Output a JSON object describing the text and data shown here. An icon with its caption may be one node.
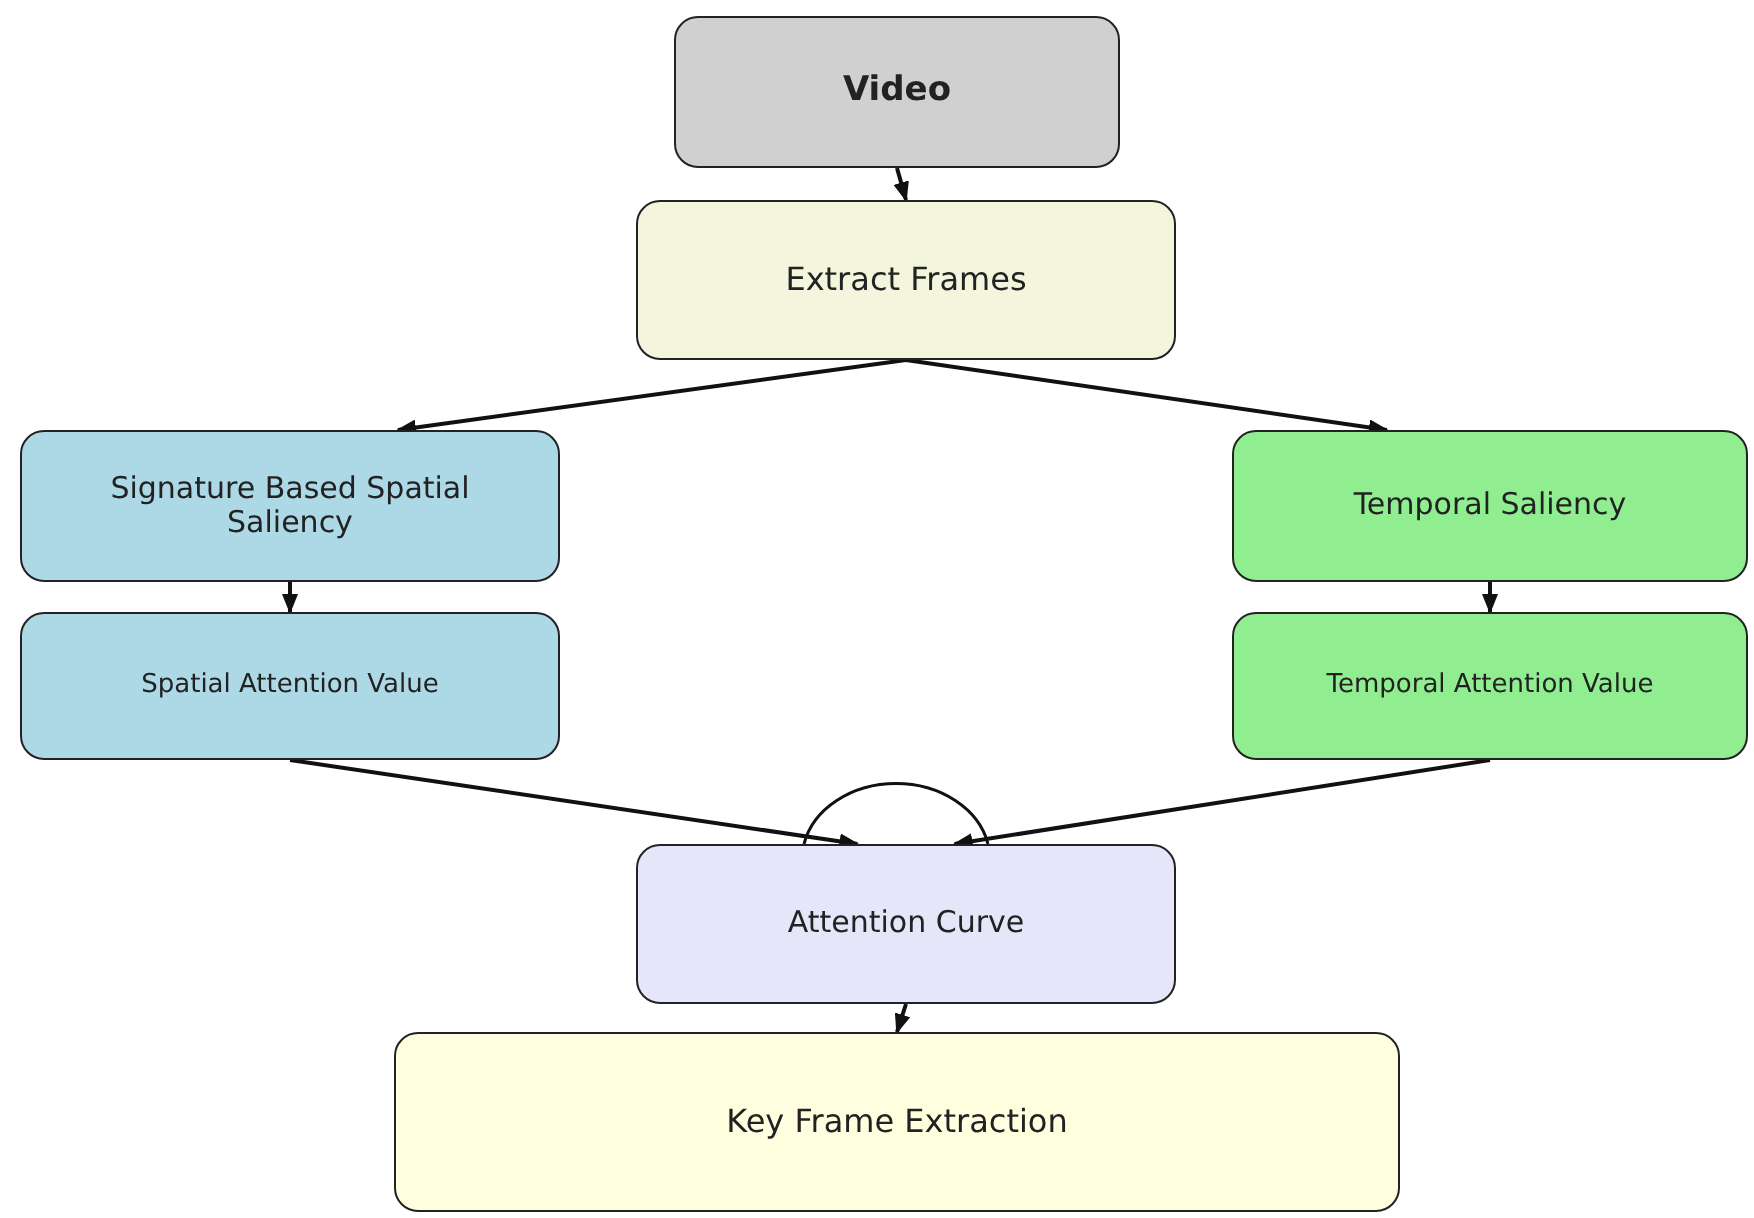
{
  "diagram": {
    "nodes": [
      {
        "text": [
          "Video"
        ]
      },
      {
        "text": [
          "Extract Frames"
        ]
      },
      {
        "text": [
          "Signature Based Spatial Saliency"
        ]
      },
      {
        "text": [
          "Temporal Saliency"
        ]
      },
      {
        "text": [
          "Spatial Attention Value"
        ]
      },
      {
        "text": [
          "Temporal Attention Value"
        ]
      },
      {
        "text": [
          "Attention Curve"
        ]
      },
      {
        "text": [
          "Key Frame Extraction"
        ]
      }
    ],
    "edges": [
      {
        "from": 0,
        "to": 1,
        "arrow": "to"
      },
      {
        "from": 1,
        "to": 2,
        "arrow": "to"
      },
      {
        "from": 1,
        "to": 3,
        "arrow": "to"
      },
      {
        "from": 2,
        "to": 4,
        "arrow": "to"
      },
      {
        "from": 3,
        "to": 5,
        "arrow": "to"
      },
      {
        "from": 4,
        "to": 6,
        "arrow": "to"
      },
      {
        "from": 5,
        "to": 6,
        "arrow": "to"
      },
      {
        "from": 6,
        "to": 7,
        "arrow": "to"
      }
    ]
  }
}
